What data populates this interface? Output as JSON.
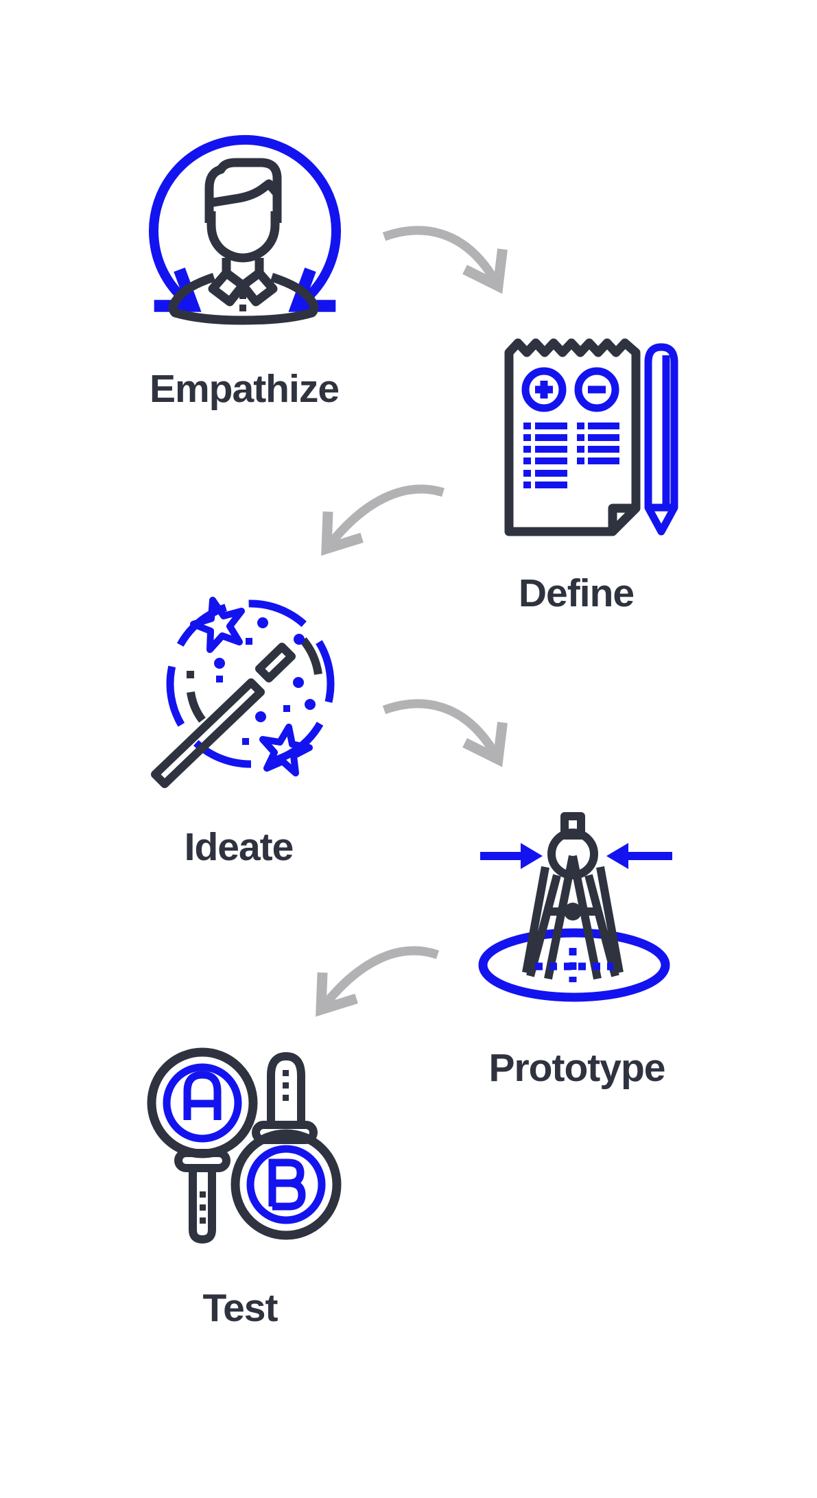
{
  "diagram": {
    "stages": [
      {
        "label": "Empathize",
        "icon": "user-cycle-icon"
      },
      {
        "label": "Define",
        "icon": "notepad-pencil-icon"
      },
      {
        "label": "Ideate",
        "icon": "magic-wand-icon"
      },
      {
        "label": "Prototype",
        "icon": "drafting-compass-icon"
      },
      {
        "label": "Test",
        "icon": "ab-test-paddles-icon"
      }
    ],
    "arrows": [
      {
        "from": "Empathize",
        "to": "Define"
      },
      {
        "from": "Define",
        "to": "Ideate"
      },
      {
        "from": "Ideate",
        "to": "Prototype"
      },
      {
        "from": "Prototype",
        "to": "Test"
      }
    ]
  },
  "colors": {
    "accent_blue": "#1313f0",
    "outline_dark": "#2f333f",
    "arrow_gray": "#b2b1b4",
    "background": "#ffffff"
  }
}
